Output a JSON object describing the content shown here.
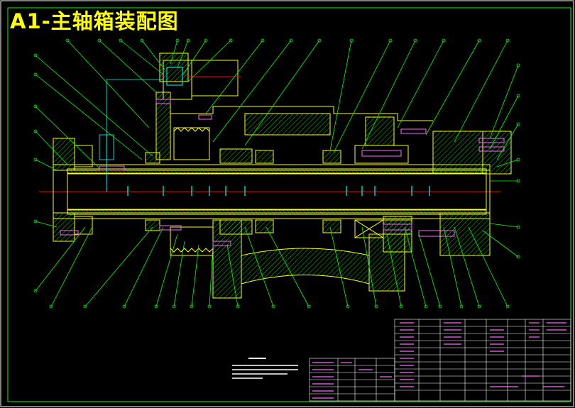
{
  "title": "A1-主轴箱装配图",
  "colors": {
    "background": "#000000",
    "frame": "#00ff00",
    "title": "#ffff00",
    "part_outline": "#ffff00",
    "hatch": "#00ff00",
    "centerline": "#ff0000",
    "leader": "#00ff00",
    "accent_cyan": "#00ffff",
    "accent_magenta": "#ff66ff"
  },
  "icons": {
    "balloons": "circle-outline",
    "bearings": "hatched-rectangle",
    "bolts": "magenta-rectangle"
  }
}
